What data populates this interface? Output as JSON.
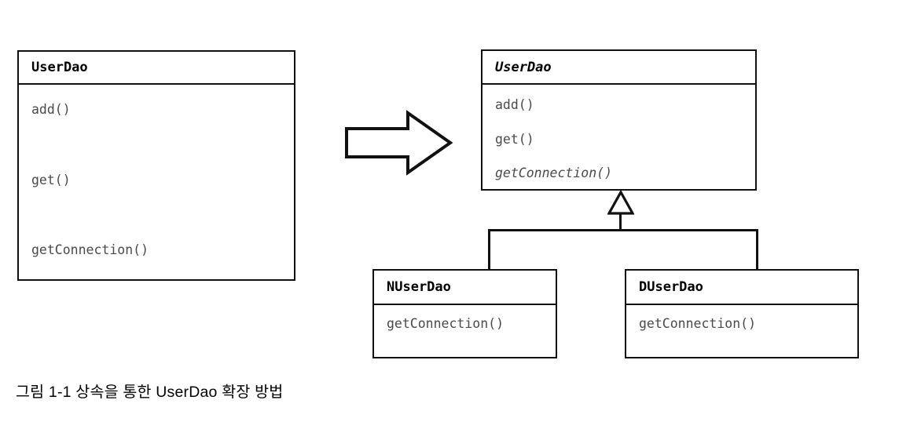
{
  "figure": {
    "caption": "그림 1-1 상속을 통한 UserDao 확장 방법",
    "colors": {
      "background": "#ffffff",
      "stroke": "#111111",
      "header_text": "#000000",
      "member_text": "#4a4a4a"
    }
  },
  "before": {
    "class": {
      "name": "UserDao",
      "abstract": false,
      "members": [
        {
          "label": "add()",
          "abstract": false
        },
        {
          "label": "get()",
          "abstract": false
        },
        {
          "label": "getConnection()",
          "abstract": false
        }
      ]
    }
  },
  "arrow": {
    "name": "transformation-arrow",
    "direction": "right"
  },
  "after": {
    "superclass": {
      "name": "UserDao",
      "abstract": true,
      "members": [
        {
          "label": "add()",
          "abstract": false
        },
        {
          "label": "get()",
          "abstract": false
        },
        {
          "label": "getConnection()",
          "abstract": true
        }
      ]
    },
    "subclasses": [
      {
        "name": "NUserDao",
        "abstract": false,
        "members": [
          {
            "label": "getConnection()",
            "abstract": false
          }
        ]
      },
      {
        "name": "DUserDao",
        "abstract": false,
        "members": [
          {
            "label": "getConnection()",
            "abstract": false
          }
        ]
      }
    ],
    "relationship": "generalization"
  }
}
